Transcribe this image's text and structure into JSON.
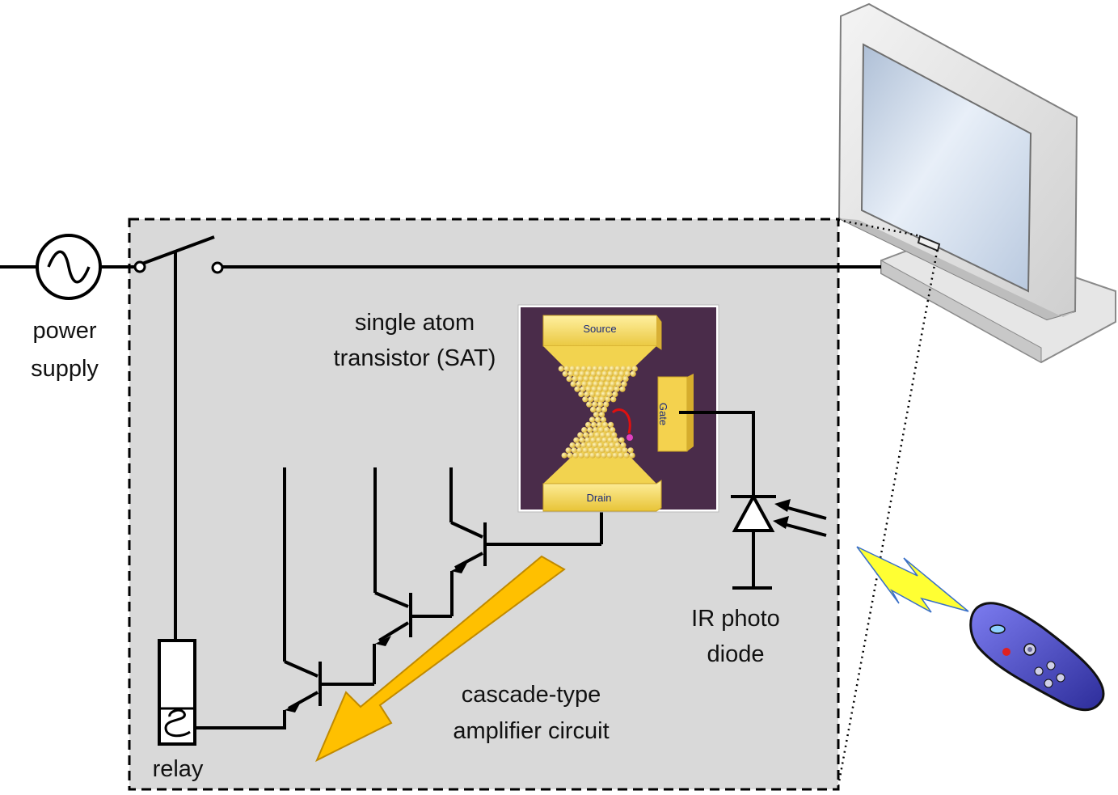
{
  "labels": {
    "power_supply_1": "power",
    "power_supply_2": "supply",
    "sat_1": "single atom",
    "sat_2": "transistor (SAT)",
    "sat_source": "Source",
    "sat_gate": "Gate",
    "sat_drain": "Drain",
    "ir_1": "IR photo",
    "ir_2": "diode",
    "amp_1": "cascade-type",
    "amp_2": "amplifier circuit",
    "relay": "relay"
  },
  "colors": {
    "panel_fill": "#d9d9d9",
    "wire": "#000000",
    "sat_background": "#4a2c4a",
    "electrode_gold": "#f7dc5a",
    "arrow_orange": "#ffc000",
    "lightning_yellow": "#ffff33",
    "remote_blue": "#4646c8",
    "screen_blue": "#d5e1f0"
  }
}
